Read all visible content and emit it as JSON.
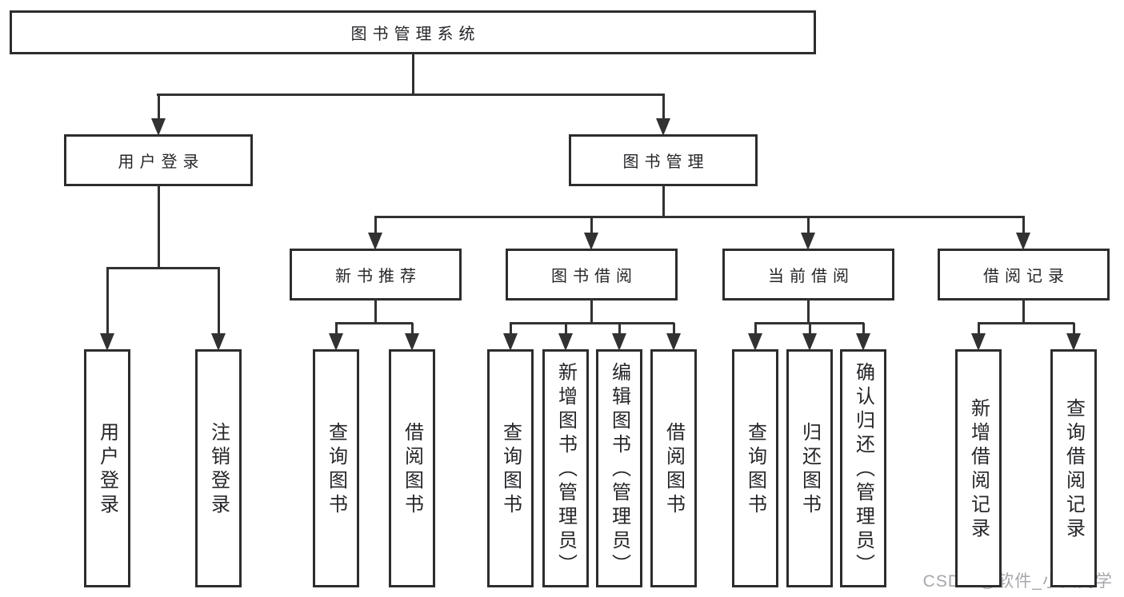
{
  "colors": {
    "background": "#ffffff",
    "border": "#2d2d2d",
    "line": "#323232",
    "text": "#26262a",
    "watermark": "#a6a6ac"
  },
  "watermark": "CSDN @软件_小贺同学",
  "diagram": {
    "root": {
      "label": "图书管理系统",
      "children": [
        {
          "label": "用户登录",
          "children": [
            {
              "label": "用户登录"
            },
            {
              "label": "注销登录"
            }
          ]
        },
        {
          "label": "图书管理",
          "children": [
            {
              "label": "新书推荐",
              "children": [
                {
                  "label": "查询图书"
                },
                {
                  "label": "借阅图书"
                }
              ]
            },
            {
              "label": "图书借阅",
              "children": [
                {
                  "label": "查询图书"
                },
                {
                  "label": "新增图书（管理员）"
                },
                {
                  "label": "编辑图书（管理员）"
                },
                {
                  "label": "借阅图书"
                }
              ]
            },
            {
              "label": "当前借阅",
              "children": [
                {
                  "label": "查询图书"
                },
                {
                  "label": "归还图书"
                },
                {
                  "label": "确认归还（管理员）"
                }
              ]
            },
            {
              "label": "借阅记录",
              "children": [
                {
                  "label": "新增借阅记录"
                },
                {
                  "label": "查询借阅记录"
                }
              ]
            }
          ]
        }
      ]
    }
  }
}
